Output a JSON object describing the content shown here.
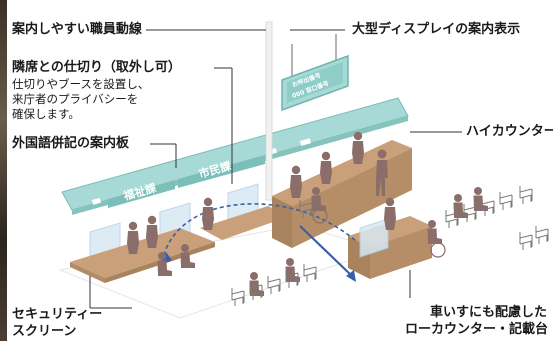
{
  "callouts": {
    "staff_circulation": "案内しやすい職員動線",
    "partition_title": "隣席との仕切り（取外し可）",
    "partition_desc": [
      "仕切りやブースを設置し、",
      "来庁者のプライバシーを",
      "確保します。"
    ],
    "multilingual_board": "外国語併記の案内板",
    "security_screen": [
      "セキュリティー",
      "スクリーン"
    ],
    "large_display": "大型ディスプレイの案内表示",
    "high_counter": "ハイカウンター",
    "low_counter": [
      "車いすにも配慮した",
      "ローカウンター・記載台"
    ]
  },
  "signboard": {
    "sign_1": "福祉課",
    "sign_2": "市民課"
  },
  "display": {
    "line_1": "お呼出番号",
    "line_2": "000 窓口番号"
  },
  "colors": {
    "teal_sign": "#a7dad6",
    "counter_wood": "#c2976b",
    "glass": "#d8e8f4",
    "person": "#8b6e6a",
    "flow_arrow": "#3a5fa8"
  }
}
